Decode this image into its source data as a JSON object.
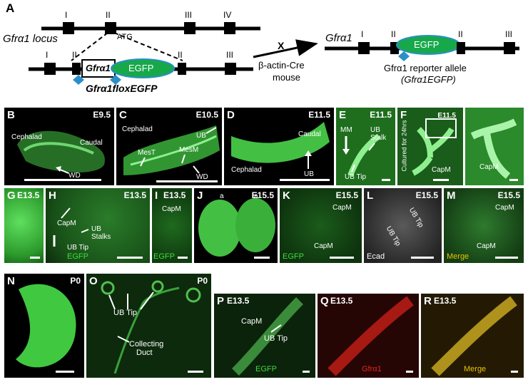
{
  "schematic": {
    "panel_label": "A",
    "locus_label": "Gfrα1 locus",
    "exon_labels": [
      "I",
      "II",
      "III",
      "IV"
    ],
    "atg_label": "ATG",
    "construct_exon_labels": [
      "I",
      "II",
      "II",
      "III"
    ],
    "gfra1_box": "Gfrα1",
    "egfp_box": "EGFP",
    "flox_label": "Gfrα1floxEGFP",
    "cross_symbol": "X",
    "cre_label_1": "β-actin-Cre",
    "cre_label_2": "mouse",
    "reporter_gene_label": "Gfrα1",
    "reporter_exon_labels": [
      "I",
      "II",
      "II",
      "III"
    ],
    "reporter_egfp_box": "EGFP",
    "reporter_allele_1": "Gfrα1 reporter allele",
    "reporter_allele_2": "(Gfrα1EGFP)"
  },
  "panels": {
    "B": {
      "label": "B",
      "stage": "E9.5",
      "cephalad": "Cephalad",
      "caudal": "Caudal",
      "wd": "WD"
    },
    "C": {
      "label": "C",
      "stage": "E10.5",
      "cephalad": "Cephalad",
      "ub": "UB",
      "mest": "MesT",
      "mesm": "MesM",
      "wd": "WD"
    },
    "D": {
      "label": "D",
      "stage": "E11.5",
      "caudal": "Caudal",
      "cephalad": "Cephalad",
      "ub": "UB"
    },
    "E": {
      "label": "E",
      "stage": "E11.5",
      "mm": "MM",
      "ub": "UB",
      "stalk": "Stalk",
      "ubtip": "UB Tip"
    },
    "F": {
      "label": "F",
      "stage": "E11.5",
      "side": "Cultured for 24hrs",
      "capm": "CapM"
    },
    "F2": {
      "capm": "CapM"
    },
    "G": {
      "label": "G",
      "stage": "E13.5"
    },
    "H": {
      "label": "H",
      "stage": "E13.5",
      "capm": "CapM",
      "ub": "UB",
      "stalks": "Stalks",
      "ubtip": "UB Tip",
      "channel": "EGFP"
    },
    "I": {
      "label": "I",
      "stage": "E13.5",
      "capm": "CapM",
      "channel": "EGFP"
    },
    "J": {
      "label": "J",
      "stage": "E15.5",
      "a1": "a",
      "a2": "a"
    },
    "K": {
      "label": "K",
      "stage": "E15.5",
      "capm1": "CapM",
      "capm2": "CapM",
      "channel": "EGFP"
    },
    "L": {
      "label": "L",
      "stage": "E15.5",
      "ubtip1": "UB Tip",
      "ubtip2": "UB Tip",
      "channel": "Ecad"
    },
    "M": {
      "label": "M",
      "stage": "E15.5",
      "capm1": "CapM",
      "capm2": "CapM",
      "channel": "Merge"
    },
    "N": {
      "label": "N",
      "stage": "P0"
    },
    "O": {
      "label": "O",
      "stage": "P0",
      "ubtip": "UB Tip",
      "duct1": "Collecting",
      "duct2": "Duct"
    },
    "P": {
      "label": "P",
      "stage": "E13.5",
      "capm": "CapM",
      "ubtip": "UB Tip",
      "channel": "EGFP"
    },
    "Q": {
      "label": "Q",
      "stage": "E13.5",
      "channel": "Gfrα1"
    },
    "R": {
      "label": "R",
      "stage": "E13.5",
      "channel": "Merge"
    }
  },
  "colors": {
    "egfp": "#3ddc3d",
    "red": "#e8261e",
    "merge": "#e8c400",
    "exon": "#000000",
    "loxp": "#2a8fc8"
  }
}
